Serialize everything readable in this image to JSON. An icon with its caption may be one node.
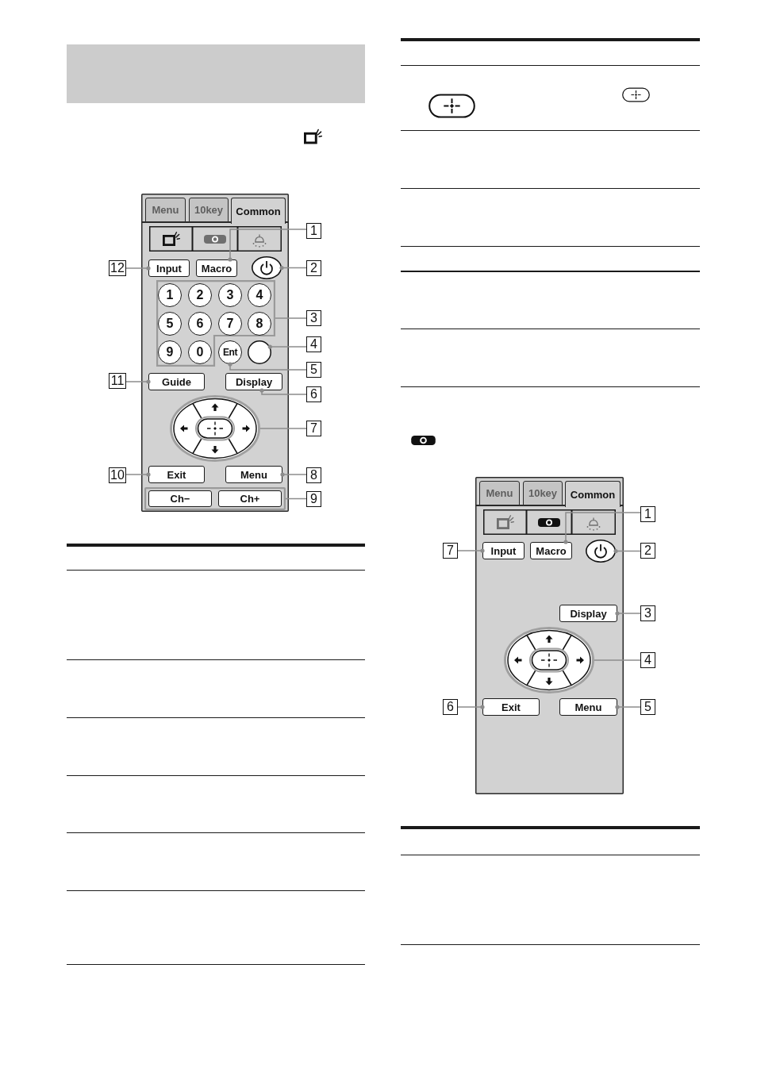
{
  "diagram": {
    "nodes": [
      {
        "text": [],
        "shape": "box"
      },
      {
        "text": [],
        "shape": "box"
      },
      {
        "text": [
          "Menu"
        ],
        "in": 1
      },
      {
        "text": [
          "10key"
        ],
        "in": 1
      },
      {
        "text": [
          "Common"
        ],
        "in": 1
      },
      {
        "text": [],
        "shape": "box",
        "in": 1
      },
      {
        "text": [],
        "shape": "box",
        "in": 1
      },
      {
        "text": [],
        "shape": "box",
        "in": 1
      },
      {
        "text": [
          "1"
        ]
      },
      {
        "text": [
          "12"
        ]
      },
      {
        "text": [
          "Input"
        ],
        "in": 1
      },
      {
        "text": [
          "Macro"
        ],
        "in": 1
      },
      {
        "text": [],
        "shape": "circle",
        "in": 1
      },
      {
        "text": [
          "2"
        ]
      },
      {
        "text": [],
        "shape": "box",
        "in": 1
      },
      {
        "text": [
          "1"
        ],
        "in": 14
      },
      {
        "text": [
          "2"
        ],
        "in": 14
      },
      {
        "text": [
          "3"
        ],
        "in": 14
      },
      {
        "text": [
          "4"
        ],
        "in": 14
      },
      {
        "text": [
          "5"
        ],
        "in": 14
      },
      {
        "text": [
          "6"
        ],
        "in": 14
      },
      {
        "text": [
          "7"
        ],
        "in": 14
      },
      {
        "text": [
          "8"
        ],
        "in": 14
      },
      {
        "text": [
          "9"
        ],
        "in": 14
      },
      {
        "text": [
          "0"
        ],
        "in": 14
      },
      {
        "text": [
          "3"
        ]
      },
      {
        "text": [],
        "shape": "circle",
        "in": 1
      },
      {
        "text": [
          "Ent"
        ],
        "in": 1
      },
      {
        "text": [
          "4"
        ]
      },
      {
        "text": [
          "5"
        ]
      },
      {
        "text": [
          "11"
        ]
      },
      {
        "text": [
          "Guide"
        ],
        "in": 1
      },
      {
        "text": [
          "Display"
        ],
        "in": 1
      },
      {
        "text": [
          "6"
        ]
      },
      {
        "text": [],
        "shape": "circle",
        "in": 1
      },
      {
        "text": [
          "7"
        ]
      },
      {
        "text": [
          "10"
        ]
      },
      {
        "text": [
          "Exit"
        ],
        "in": 1
      },
      {
        "text": [
          "Menu"
        ],
        "in": 1
      },
      {
        "text": [
          "8"
        ]
      },
      {
        "text": [],
        "shape": "box",
        "in": 1
      },
      {
        "text": [
          "Ch−"
        ],
        "in": 40
      },
      {
        "text": [
          "Ch+"
        ],
        "in": 40
      },
      {
        "text": [
          "9"
        ]
      },
      {
        "text": [],
        "shape": "box"
      },
      {
        "text": [
          "Menu"
        ],
        "in": 44
      },
      {
        "text": [
          "10key"
        ],
        "in": 44
      },
      {
        "text": [
          "Common"
        ],
        "in": 44
      },
      {
        "text": [],
        "shape": "box",
        "in": 44
      },
      {
        "text": [],
        "shape": "box",
        "in": 44
      },
      {
        "text": [],
        "shape": "box",
        "in": 44
      },
      {
        "text": [
          "1"
        ]
      },
      {
        "text": [
          "7"
        ]
      },
      {
        "text": [
          "Input"
        ],
        "in": 44
      },
      {
        "text": [
          "Macro"
        ],
        "in": 44
      },
      {
        "text": [],
        "shape": "circle",
        "in": 44
      },
      {
        "text": [
          "2"
        ]
      },
      {
        "text": [
          "Display"
        ],
        "in": 44
      },
      {
        "text": [
          "3"
        ]
      },
      {
        "text": [],
        "shape": "circle",
        "in": 44
      },
      {
        "text": [
          "4"
        ]
      },
      {
        "text": [
          "6"
        ]
      },
      {
        "text": [
          "Exit"
        ],
        "in": 44
      },
      {
        "text": [
          "Menu"
        ],
        "in": 44
      },
      {
        "text": [
          "5"
        ]
      }
    ],
    "edges": [
      {
        "from": 8,
        "to": 11,
        "arrow": "other"
      },
      {
        "from": 13,
        "to": 12,
        "arrow": "other"
      },
      {
        "from": 25,
        "to": 14,
        "arrow": "none"
      },
      {
        "from": 28,
        "to": 26,
        "arrow": "other"
      },
      {
        "from": 29,
        "to": 27,
        "arrow": "other"
      },
      {
        "from": 33,
        "to": 32,
        "arrow": "other"
      },
      {
        "from": 35,
        "to": 34,
        "arrow": "none"
      },
      {
        "from": 39,
        "to": 38,
        "arrow": "other"
      },
      {
        "from": 43,
        "to": 40,
        "arrow": "none"
      },
      {
        "from": 36,
        "to": 37,
        "arrow": "other"
      },
      {
        "from": 30,
        "to": 31,
        "arrow": "other"
      },
      {
        "from": 9,
        "to": 10,
        "arrow": "other"
      },
      {
        "from": 51,
        "to": 54,
        "arrow": "other"
      },
      {
        "from": 56,
        "to": 55,
        "arrow": "other"
      },
      {
        "from": 58,
        "to": 57,
        "arrow": "other"
      },
      {
        "from": 60,
        "to": 59,
        "arrow": "none"
      },
      {
        "from": 64,
        "to": 63,
        "arrow": "other"
      },
      {
        "from": 61,
        "to": 62,
        "arrow": "other"
      },
      {
        "from": 52,
        "to": 53,
        "arrow": "other"
      }
    ]
  }
}
